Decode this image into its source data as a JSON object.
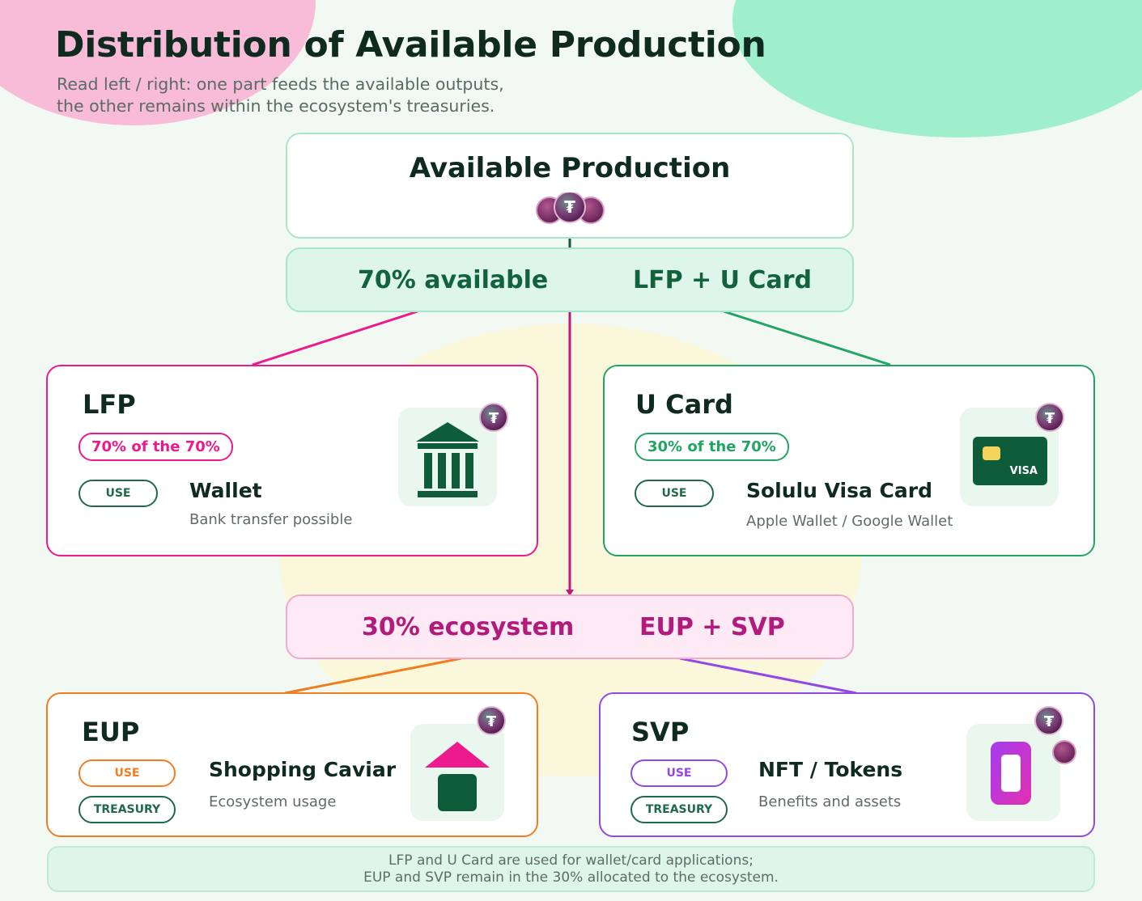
{
  "header": {
    "title": "Distribution of Available Production",
    "subtitle_lines": [
      "Read left / right: one part feeds the available outputs,",
      "the other remains within the ecosystem's treasuries."
    ]
  },
  "top": {
    "title": "Available Production",
    "icon": "coin-stack-icon"
  },
  "available_band": {
    "share": "70% available",
    "targets": "LFP + U Card"
  },
  "ecosystem_band": {
    "share": "30% ecosystem",
    "targets": "EUP + SVP"
  },
  "cards": {
    "lfp": {
      "title": "LFP",
      "share": "70% of the 70%",
      "tag": "USE",
      "item_title": "Wallet",
      "item_desc": "Bank transfer possible",
      "icon": "bank-icon",
      "color": "#ec1a8c"
    },
    "ucard": {
      "title": "U Card",
      "share": "30% of the 70%",
      "tag": "USE",
      "item_title": "Solulu Visa Card",
      "item_desc": "Apple Wallet / Google Wallet",
      "icon": "visa-card-icon",
      "card_brand": "VISA",
      "color": "#22a463"
    },
    "eup": {
      "title": "EUP",
      "tag_use": "USE",
      "tag_treasury": "TREASURY",
      "item_title": "Shopping Caviar",
      "item_desc": "Ecosystem usage",
      "icon": "shop-house-icon",
      "color": "#f07d20"
    },
    "svp": {
      "title": "SVP",
      "tag_use": "USE",
      "tag_treasury": "TREASURY",
      "item_title": "NFT / Tokens",
      "item_desc": "Benefits and assets",
      "icon": "nft-token-icon",
      "color": "#9347e4"
    }
  },
  "footer": {
    "lines": [
      "LFP and U Card are used for wallet/card applications;",
      "EUP and SVP remain in the 30% allocated to the ecosystem."
    ]
  },
  "colors": {
    "dark_green": "#0f5c3a",
    "pink": "#ec1a8c",
    "green": "#22a463",
    "orange": "#f07d20",
    "purple": "#9347e4",
    "magenta_text": "#b21a7c"
  }
}
